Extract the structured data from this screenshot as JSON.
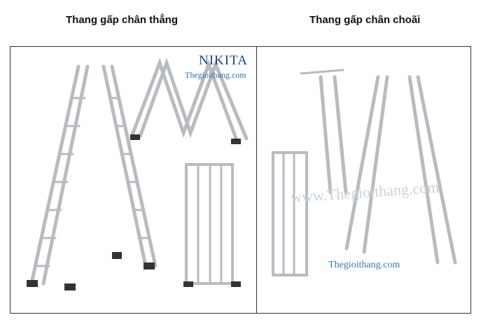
{
  "headings": {
    "left": "Thang gấp chân thẳng",
    "right": "Thang gấp chân choãi"
  },
  "logo": {
    "brand": "NIKITA",
    "site": "Thegioithang.com"
  },
  "watermarks": {
    "right_site": "Thegioithang.com",
    "right_faint": "www.Thegioithang.com"
  }
}
